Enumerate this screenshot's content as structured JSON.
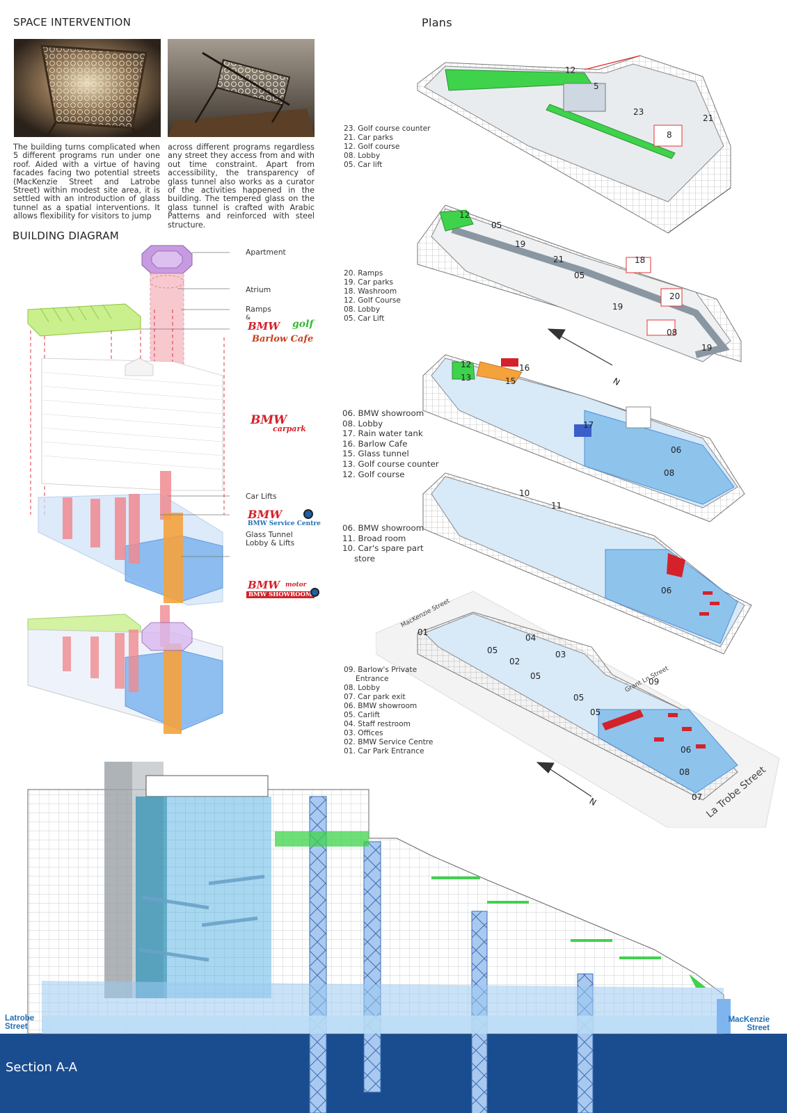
{
  "headings": {
    "space_intervention": "SPACE INTERVENTION",
    "plans": "Plans",
    "building_diagram": "BUILDING DIAGRAM",
    "section": "Section A-A"
  },
  "intro_text": {
    "col1": "The building turns complicated when 5 different programs run under one roof. Aided with a virtue of having facades facing two potential streets (MacKenzie Street and Latrobe Street) within modest site area, it is settled with an introduction of glass tunnel as a spatial interventions. It allows flexibility for visitors to jump",
    "col2": "across different programs regardless any street they access from and with out time constraint. Apart from accessibility, the transparency of glass tunnel also works as a curator of the activities happened in the building. The tempered glass on the glass tunnel is crafted with Arabic Patterns and reinforced with steel structure."
  },
  "diagram_labels": {
    "apartment": "Apartment",
    "atrium": "Atrium",
    "ramps": "Ramps",
    "amp": "&",
    "car_lifts": "Car Lifts",
    "glass_tunnel": "Glass Tunnel",
    "lobby_lifts": "Lobby & Lifts"
  },
  "brands": {
    "bmw": "BMW",
    "golf": "golf",
    "barlow_cafe": "Barlow Cafe",
    "carpark": "carpark",
    "service_centre": "BMW Service Centre",
    "motor": "motor",
    "showroom": "BMW SHOWROOM"
  },
  "legends": {
    "level5": [
      "23. Golf course counter",
      "21. Car parks",
      "12. Golf course",
      "08. Lobby",
      "05. Car lift"
    ],
    "level4": [
      "20. Ramps",
      "19. Car parks",
      "18. Washroom",
      "12. Golf Course",
      "08. Lobby",
      "05. Car Lift"
    ],
    "level3": [
      "06. BMW showroom",
      "08. Lobby",
      "17. Rain water tank",
      "16. Barlow Cafe",
      "15. Glass tunnel",
      "13. Golf course counter",
      "12. Golf course"
    ],
    "level2": [
      "06. BMW showroom",
      "11. Broad room",
      "10. Car's spare part",
      "store"
    ],
    "level1": [
      "09. Barlow's Private",
      "Entrance",
      "08. Lobby",
      "07. Car park exit",
      "06. BMW showroom",
      "05. Carlift",
      "04. Staff restroom",
      "03. Offices",
      "02. BMW Service Centre",
      "01. Car Park Entrance"
    ]
  },
  "plan_numbers": {
    "p5": [
      "12",
      "5",
      "23",
      "21",
      "8"
    ],
    "p4": [
      "12",
      "05",
      "19",
      "21",
      "05",
      "18",
      "20",
      "19",
      "08",
      "19"
    ],
    "p3": [
      "12",
      "13",
      "16",
      "15",
      "17",
      "06",
      "08"
    ],
    "p2": [
      "10",
      "11",
      "06"
    ],
    "p1": [
      "01",
      "04",
      "05",
      "03",
      "02",
      "05",
      "09",
      "05",
      "05",
      "06",
      "08",
      "07"
    ]
  },
  "streets": {
    "mackenzie_plan": "MacKenzie Street",
    "grant_plan": "Grant Ln Street",
    "latrobe_plan": "La Trobe Street",
    "latrobe_section_1": "Latrobe",
    "latrobe_section_2": "Street",
    "mackenzie_section_1": "MacKenzie",
    "mackenzie_section_2": "Street"
  },
  "north": "N",
  "colors": {
    "glass_blue": "#8ec3ec",
    "golf_green": "#3ed34a",
    "bmw_red": "#d3222a",
    "orange": "#f4a23c",
    "pink": "#f5a2a8",
    "purple": "#c79be0",
    "section_blue": "#1a4d8f"
  }
}
